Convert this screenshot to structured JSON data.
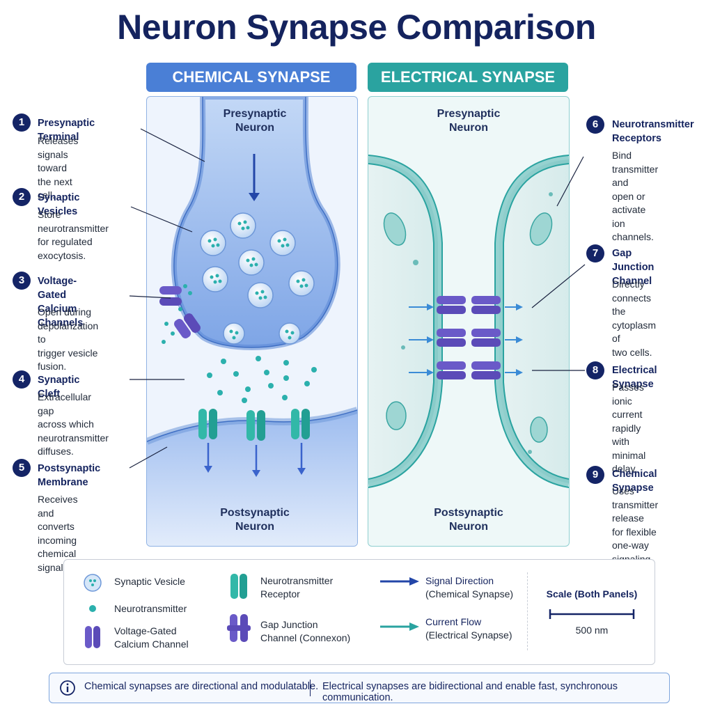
{
  "title": "Neuron Synapse Comparison",
  "panels": {
    "chemical": {
      "header": "CHEMICAL SYNAPSE",
      "pre_label": [
        "Presynaptic",
        "Neuron"
      ],
      "post_label": [
        "Postsynaptic",
        "Neuron"
      ]
    },
    "electrical": {
      "header": "ELECTRICAL SYNAPSE",
      "pre_label": [
        "Presynaptic",
        "Neuron"
      ],
      "post_label": [
        "Postsynaptic",
        "Neuron"
      ]
    }
  },
  "callouts": [
    {
      "num": "1",
      "title": [
        "Presynaptic Terminal"
      ],
      "desc": [
        "Releases signals",
        "toward the next cell."
      ]
    },
    {
      "num": "2",
      "title": [
        "Synaptic Vesicles"
      ],
      "desc": [
        "Store neurotransmitter",
        "for regulated",
        "exocytosis."
      ]
    },
    {
      "num": "3",
      "title": [
        "Voltage-Gated",
        "Calcium Channels"
      ],
      "desc": [
        "Open during",
        "depolarization to",
        "trigger vesicle fusion."
      ]
    },
    {
      "num": "4",
      "title": [
        "Synaptic Cleft"
      ],
      "desc": [
        "Extracellular gap",
        "across which",
        "neurotransmitter",
        "diffuses."
      ]
    },
    {
      "num": "5",
      "title": [
        "Postsynaptic",
        "Membrane"
      ],
      "desc": [
        "Receives and",
        "converts incoming",
        "chemical signals."
      ]
    },
    {
      "num": "6",
      "title": [
        "Neurotransmitter",
        "Receptors"
      ],
      "desc": [
        "Bind transmitter and",
        "open or activate ion",
        "channels."
      ]
    },
    {
      "num": "7",
      "title": [
        "Gap Junction",
        "Channel"
      ],
      "desc": [
        "Directly connects",
        "the cytoplasm of",
        "two cells."
      ]
    },
    {
      "num": "8",
      "title": [
        "Electrical Synapse"
      ],
      "desc": [
        "Passes ionic current",
        "rapidly with minimal",
        "delay."
      ]
    },
    {
      "num": "9",
      "title": [
        "Chemical Synapse"
      ],
      "desc": [
        "Uses transmitter",
        "release for flexible",
        "one-way signaling."
      ]
    }
  ],
  "legend": {
    "vesicle": "Synaptic Vesicle",
    "neurotransmitter": "Neurotransmitter",
    "calcium": [
      "Voltage-Gated",
      "Calcium Channel"
    ],
    "receptor": [
      "Neurotransmitter",
      "Receptor"
    ],
    "gap": [
      "Gap Junction",
      "Channel (Connexon)"
    ],
    "signal": [
      "Signal Direction",
      "(Chemical Synapse)"
    ],
    "current": [
      "Current Flow",
      "(Electrical Synapse)"
    ],
    "scale_title": "Scale (Both Panels)",
    "scale_value": "500 nm"
  },
  "footer": {
    "left": "Chemical synapses are directional and modulatable.",
    "right": "Electrical synapses are bidirectional and enable fast, synchronous communication."
  },
  "colors": {
    "navy": "#142466",
    "chemical_blue": "#4a7fd6",
    "electrical_teal": "#2aa3a0",
    "vesicle": "#cfe3f7",
    "neurotransmitter": "#2bb0ad",
    "calcium_channel": "#6a5ac8",
    "receptor": "#32b8a8"
  }
}
